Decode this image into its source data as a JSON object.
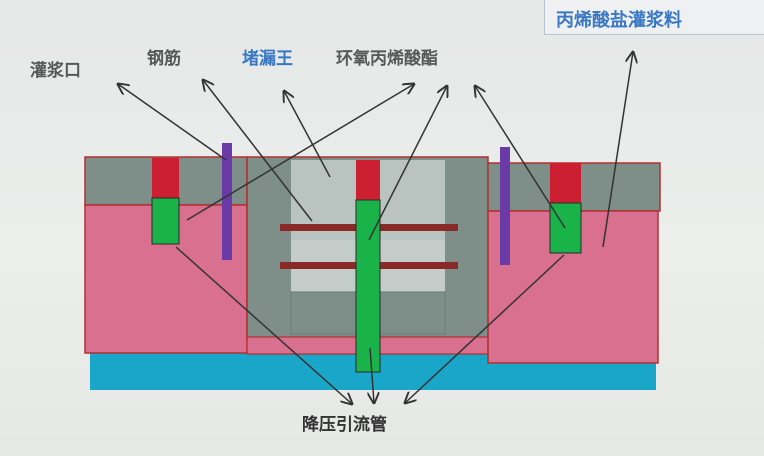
{
  "labels": {
    "grout_port": "灌浆口",
    "rebar": "钢筋",
    "plug_king": "堵漏王",
    "epoxy_acrylic": "环氧丙烯酸酯",
    "acrylate_grout": "丙烯酸盐灌浆料",
    "relief_pipe": "降压引流管"
  },
  "colors": {
    "concrete_gray": "#7d8f88",
    "light_gray": "#b9c3c0",
    "pink_grout": "#d9708f",
    "green_pipe": "#19b34a",
    "red_cap": "#cc2032",
    "purple_rebar": "#6a3aa6",
    "dark_red_rebar": "#8a2a28",
    "cyan_base": "#1aa6c9",
    "highlight_blue": "#3a78c4"
  }
}
